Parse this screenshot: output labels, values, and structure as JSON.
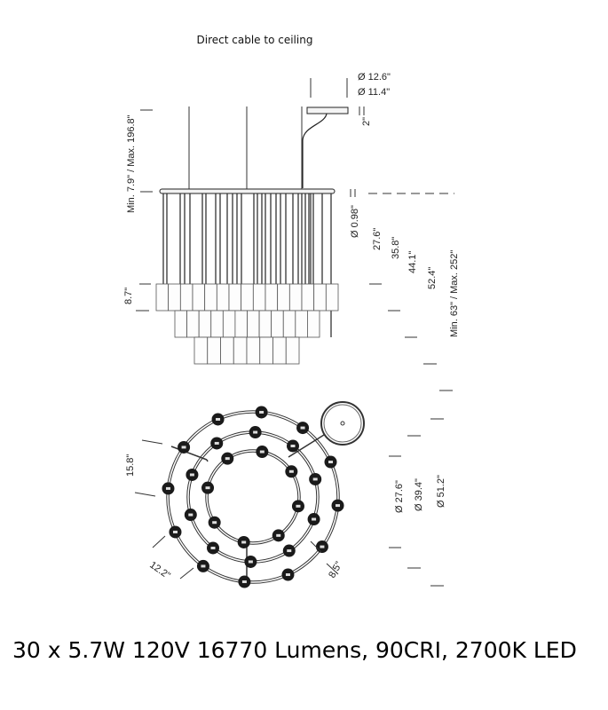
{
  "title": "Direct cable to ceiling",
  "side_view": {
    "canopy_outer_diameter": "Ø 12.6\"",
    "canopy_inner_diameter": "Ø 11.4\"",
    "canopy_height": "2\"",
    "cable_length": "Min. 7.9\" / Max. 196.8\"",
    "tube_diameter": "Ø 0.98\"",
    "shade_height": "8.7\"",
    "heights": [
      "27.6\"",
      "35.8\"",
      "44.1\"",
      "52.4\""
    ],
    "overall_height": "Min. 63\" / Max. 252\""
  },
  "top_view": {
    "ring_spacing": "15.8\"",
    "offset_left": "12.2\"",
    "offset_right": "8.5\"",
    "diameters": [
      "Ø 27.6\"",
      "Ø 39.4\"",
      "Ø 51.2\""
    ],
    "lights_per_ring": [
      12,
      10,
      8
    ]
  },
  "caption": "30 x 5.7W 120V 16770 Lumens, 90CRI, 2700K LED",
  "colors": {
    "line": "#222222",
    "dot": "#1a1a1a"
  }
}
